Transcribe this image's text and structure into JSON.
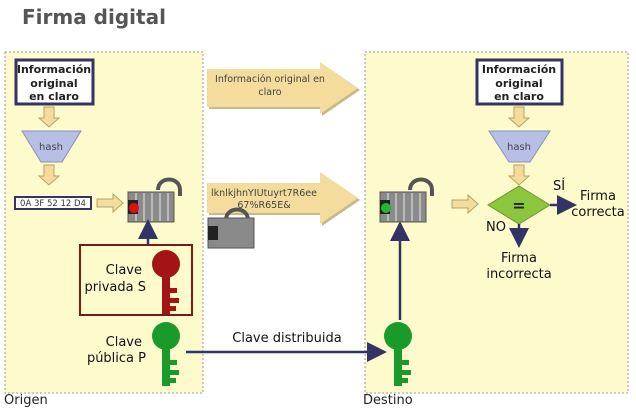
{
  "title": "Firma digital",
  "origin": {
    "label": "Origen",
    "info_box": [
      "Información",
      "original",
      "en claro"
    ],
    "hash_label": "hash",
    "hash_value": "0A 3F 52 12 D4",
    "private_key": [
      "Clave",
      "privada S"
    ],
    "public_key": [
      "Clave",
      "pública P"
    ]
  },
  "transfer": {
    "plain_arrow": [
      "Información original en",
      "claro"
    ],
    "cipher_arrow": [
      "lknlkjhnYIUtuyrt7R6ee",
      "67%R65E&"
    ],
    "distributed_key": "Clave distribuida"
  },
  "destination": {
    "label": "Destino",
    "info_box": [
      "Información",
      "original",
      "en claro"
    ],
    "hash_label": "hash",
    "compare_symbol": "=",
    "yes_label": "SÍ",
    "no_label": "NO",
    "correct": [
      "Firma",
      "correcta"
    ],
    "incorrect": [
      "Firma",
      "incorrecta"
    ]
  },
  "colors": {
    "panel": "#fdfbcb",
    "navy": "#333366",
    "tan": "#f3dc9c",
    "private_key": "#a31515",
    "public_key": "#1a9a2a",
    "diamond": "#8cc63f",
    "hash": "#b7bfe6"
  }
}
